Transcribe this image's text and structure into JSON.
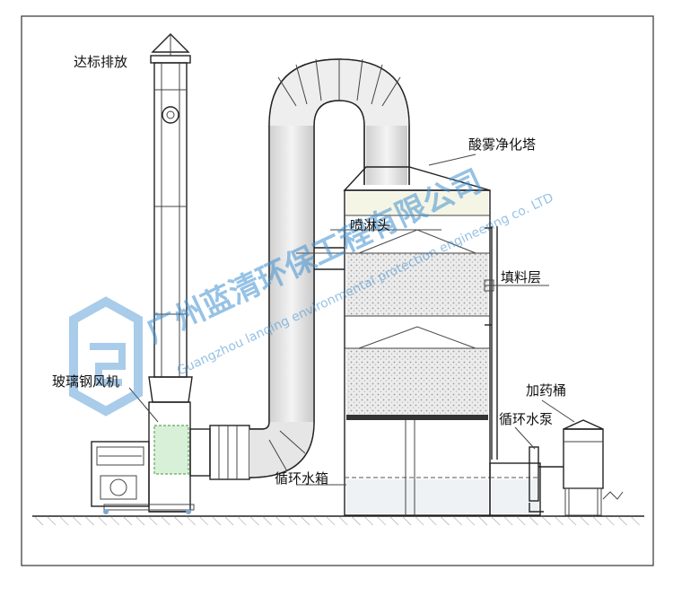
{
  "labels": {
    "discharge": "达标排放",
    "fan": "玻璃钢风机",
    "tower": "酸雾净化塔",
    "spray": "喷淋头",
    "packing": "填料层",
    "tank": "循环水箱",
    "dosing": "加药桶",
    "pump": "循环水泵"
  },
  "watermark": {
    "company": "广州蓝清环保工程有限公司",
    "english": "Guangzhou lanqing environmental protection engineering co. LTD"
  },
  "colors": {
    "line": "#222222",
    "watermark": "#3f8fd0",
    "packing": "#d8d8d8",
    "water": "#e9eef2"
  }
}
